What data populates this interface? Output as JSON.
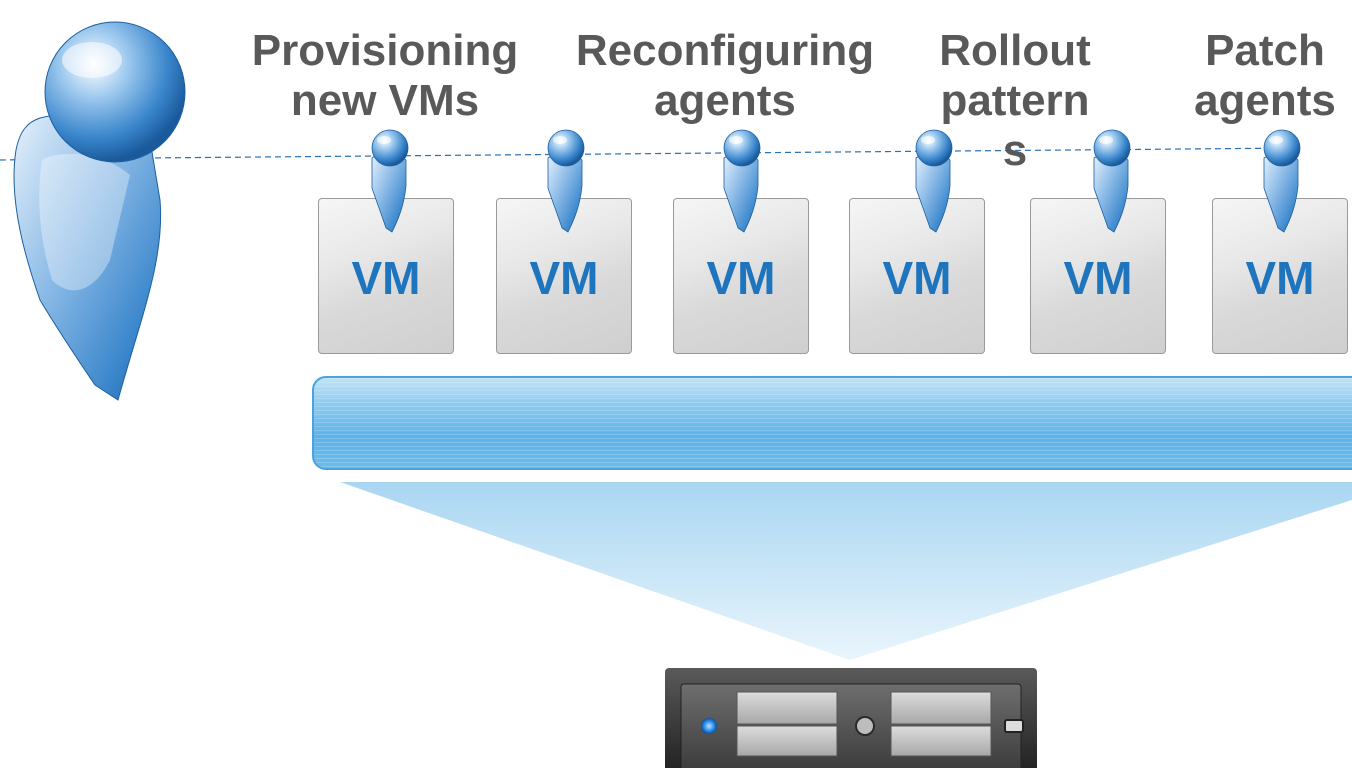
{
  "labels": {
    "provisioning": "Provisioning\nnew VMs",
    "reconfiguring": "Reconfiguring\nagents",
    "rollout": "Rollout\npattern\ns",
    "patch": "Patch\nagents"
  },
  "vms": [
    {
      "label": "VM"
    },
    {
      "label": "VM"
    },
    {
      "label": "VM"
    },
    {
      "label": "VM"
    },
    {
      "label": "VM"
    },
    {
      "label": "VM"
    }
  ],
  "colors": {
    "label_text": "#595959",
    "vm_text": "#1f75bd",
    "bus_fill": "#6dbbea",
    "connector_line": "#2a6fb0",
    "person_blue": "#3a86cc"
  },
  "icons": {
    "admin": "person-icon",
    "agent": "person-icon",
    "host": "server-icon"
  }
}
